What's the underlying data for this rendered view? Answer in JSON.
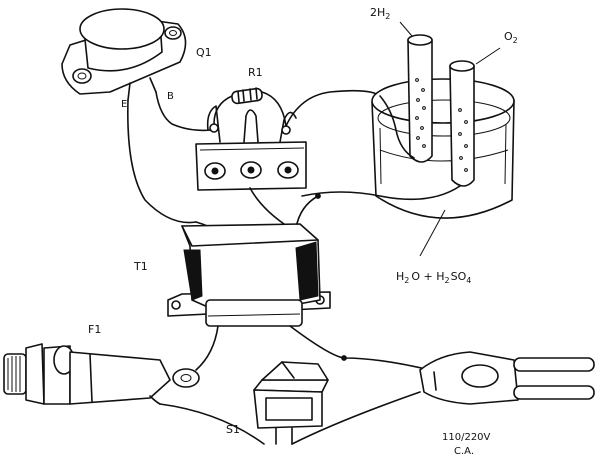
{
  "labels": {
    "q1": "Q1",
    "r1": "R1",
    "e": "E",
    "b": "B",
    "h2_pre": "2H",
    "h2_sub": "2",
    "o2": "O",
    "o2_sub": "2",
    "t1": "T1",
    "f1": "F1",
    "s1": "S1",
    "electrolyte_a": "H",
    "electrolyte_a_sub": "2",
    "electrolyte_b": "O + H",
    "electrolyte_b_sub": "2",
    "electrolyte_c": "SO",
    "electrolyte_c_sub": "4",
    "mains_voltage": "110/220V",
    "mains_type": "C.A."
  },
  "colors": {
    "ink": "#111111",
    "paper": "#ffffff"
  }
}
